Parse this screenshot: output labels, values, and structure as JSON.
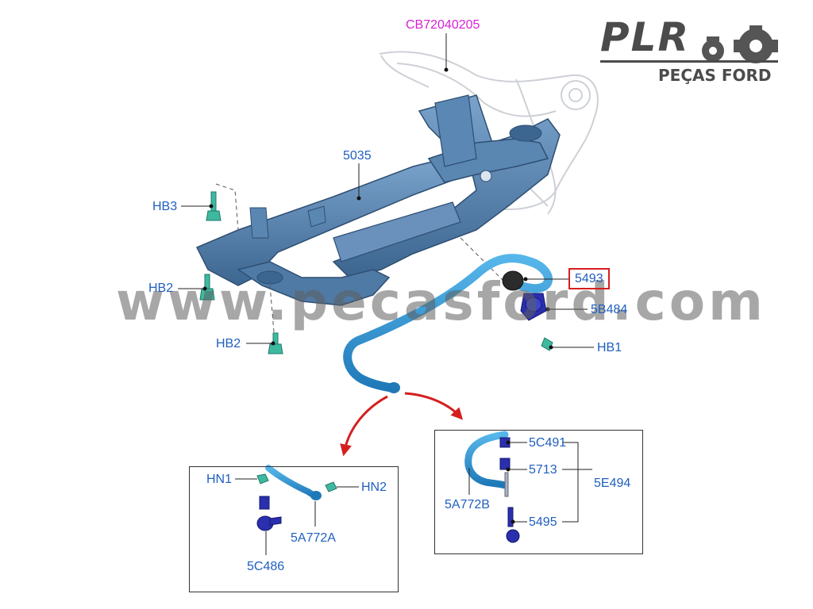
{
  "diagram": {
    "reference_code": "CB72040205",
    "watermark": "www.pecasford.com",
    "logo": {
      "title": "PLR",
      "subtitle": "PEÇAS FORD"
    },
    "callouts": {
      "subframe": "5035",
      "hb3": "HB3",
      "hb2_upper": "HB2",
      "hb2_lower": "HB2",
      "hb1": "HB1",
      "bushing_highlighted": "5493",
      "bracket": "5B484"
    },
    "inset_left": {
      "hn1": "HN1",
      "hn2": "HN2",
      "bar": "5A772A",
      "link": "5C486"
    },
    "inset_right": {
      "c491": "5C491",
      "n5713": "5713",
      "n5495": "5495",
      "kit": "5E494",
      "bar": "5A772B"
    },
    "colors": {
      "part_blue": "#4a77a6",
      "bar_blue": "#2f93d2",
      "label_blue": "#1f5fbf",
      "ref_magenta": "#d81fd8",
      "arrow_red": "#d61e1e",
      "fastener_teal": "#3fb8a0",
      "link_dark_blue": "#2a2fae"
    }
  }
}
